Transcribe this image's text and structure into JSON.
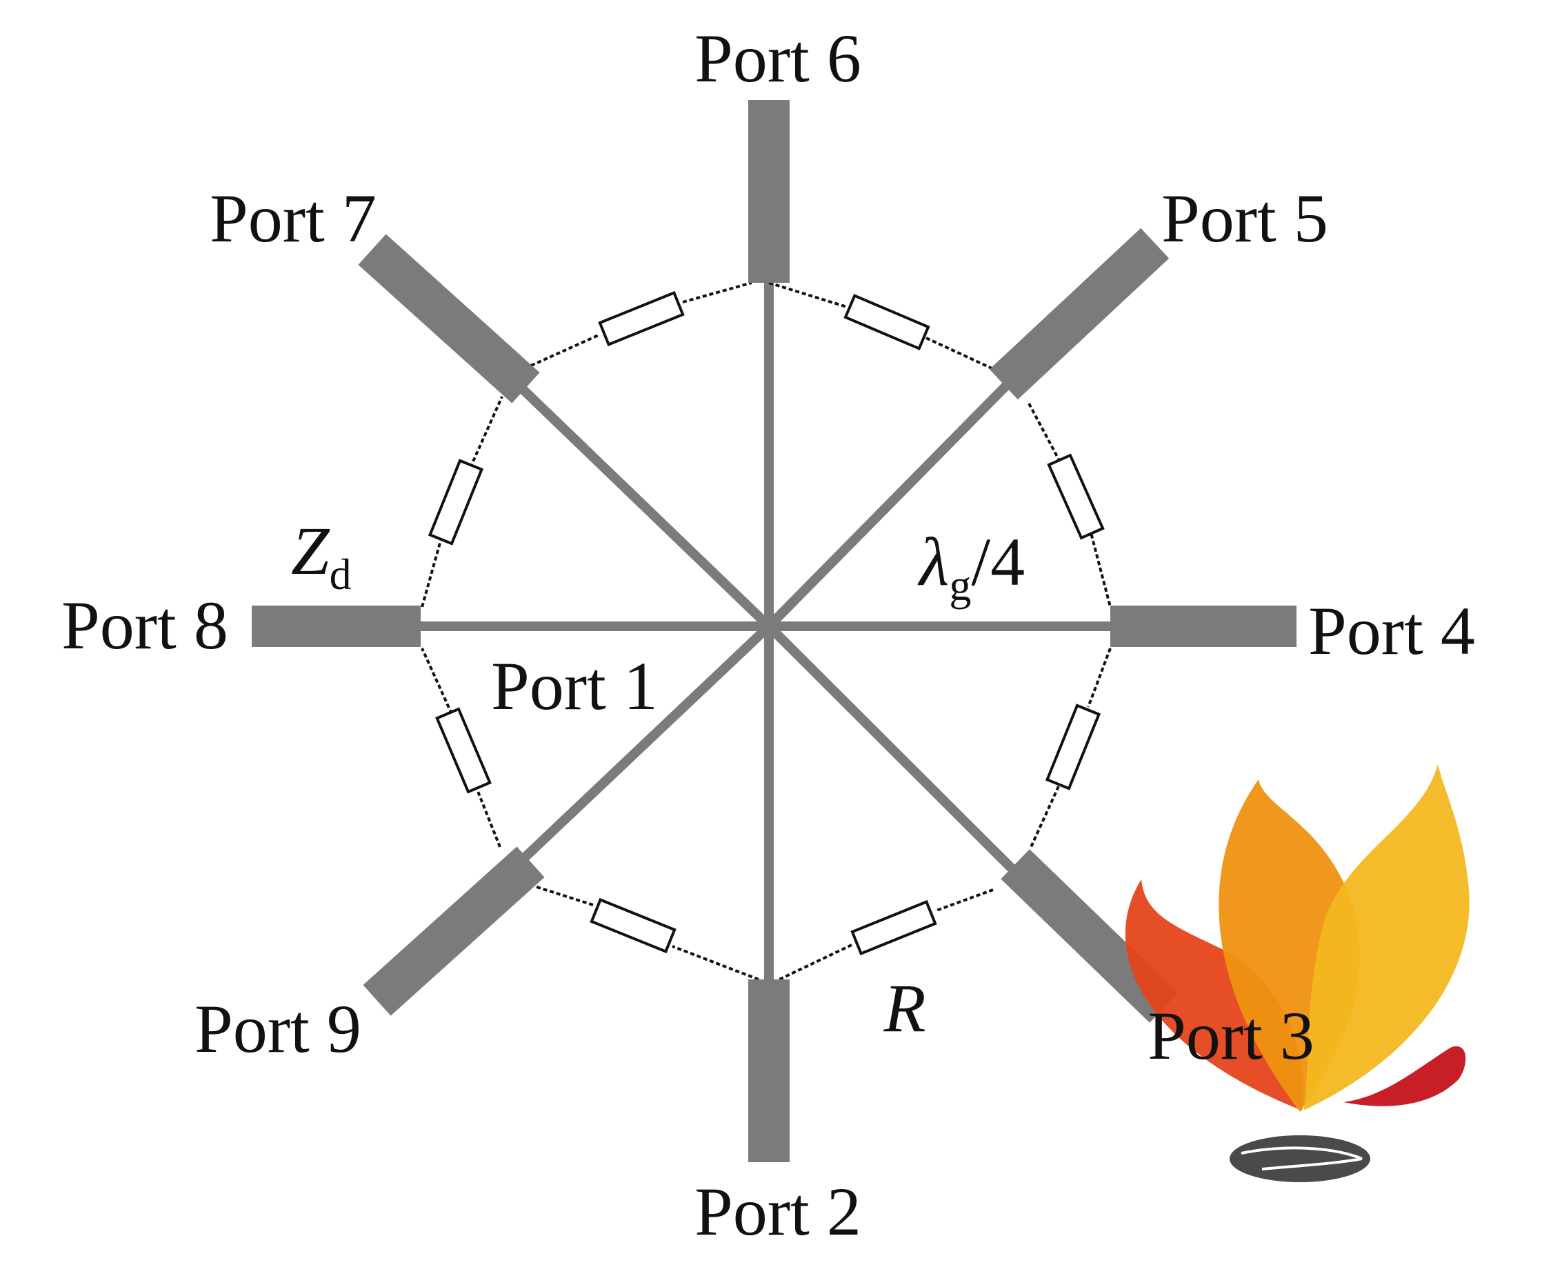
{
  "diagram": {
    "ports": {
      "p1": "Port 1",
      "p2": "Port 2",
      "p3": "Port 3",
      "p4": "Port 4",
      "p5": "Port 5",
      "p6": "Port 6",
      "p7": "Port 7",
      "p8": "Port 8",
      "p9": "Port 9"
    },
    "symbols": {
      "impedance_main": "Z",
      "impedance_sub": "d",
      "wavelength_main": "λ",
      "wavelength_sub": "g",
      "wavelength_suffix": "/4",
      "resistor": "R"
    }
  },
  "colors": {
    "trace": "#7b7b7b",
    "wire": "#111111",
    "text": "#111111",
    "logo_red": "#e4451a",
    "logo_orange": "#ef9211",
    "logo_yellow": "#f3b71f",
    "logo_crimson": "#c81e28",
    "logo_grey": "#4a4a4a"
  },
  "icons": {
    "logo": "flame-petals-logo"
  }
}
